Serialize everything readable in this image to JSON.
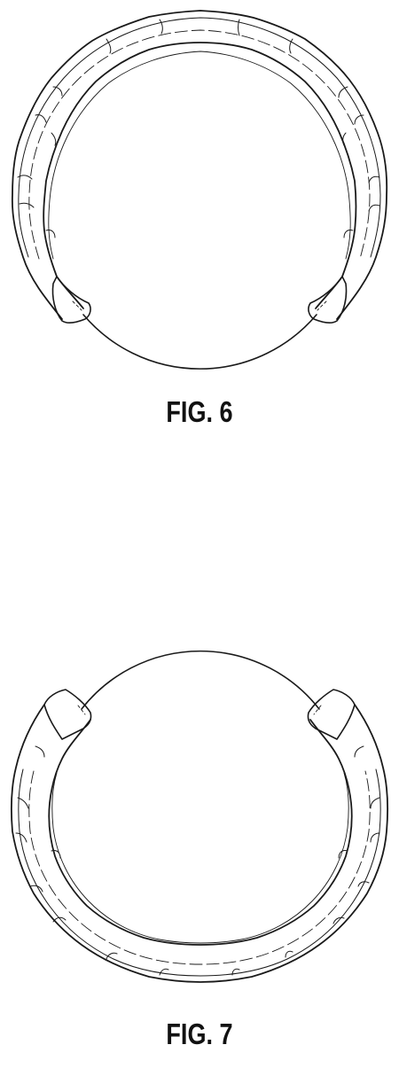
{
  "figures": [
    {
      "caption": "FIG. 6",
      "opening": "bottom"
    },
    {
      "caption": "FIG. 7",
      "opening": "top"
    }
  ],
  "colors": {
    "line": "#1a1a1a",
    "background": "#ffffff"
  }
}
